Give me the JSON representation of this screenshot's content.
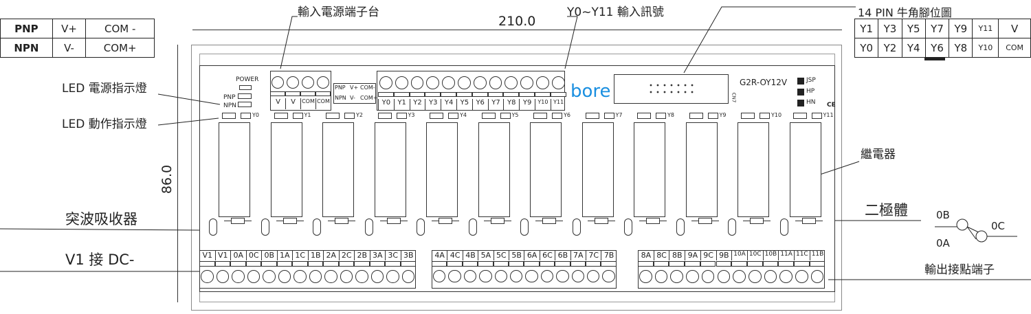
{
  "wiring_table": {
    "rows": [
      [
        "PNP",
        "V+",
        "COM -"
      ],
      [
        "NPN",
        "V-",
        "COM+"
      ]
    ]
  },
  "pin_table": {
    "title": "14 PIN 牛角腳位圖",
    "rows": [
      [
        "Y1",
        "Y3",
        "Y5",
        "Y7",
        "Y9",
        "Y11",
        "V"
      ],
      [
        "Y0",
        "Y2",
        "Y4",
        "Y6",
        "Y8",
        "Y10",
        "COM"
      ]
    ]
  },
  "dimensions": {
    "width": "210.0",
    "height": "86.0"
  },
  "callouts": {
    "power_terminal": "輸入電源端子台",
    "input_signals": "Y0~Y11 輸入訊號",
    "led_power": "LED 電源指示燈",
    "led_action": "LED 動作指示燈",
    "surge": "突波吸收器",
    "v1": "V1 接 DC-",
    "relay": "繼電器",
    "diode": "二極體",
    "output_terminal": "輸出接點端子"
  },
  "board": {
    "power_label": "POWER",
    "pnp": "PNP",
    "npn": "NPN",
    "power_terms": [
      "V",
      "V",
      "COM",
      "COM"
    ],
    "mini_table": [
      [
        "PNP",
        "V+",
        "COM-"
      ],
      [
        "NPN",
        "V-",
        "COM+"
      ]
    ],
    "input_terms": [
      "Y0",
      "Y1",
      "Y2",
      "Y3",
      "Y4",
      "Y5",
      "Y6",
      "Y7",
      "Y8",
      "Y9",
      "Y10",
      "Y11"
    ],
    "brand": "bore",
    "model": "G2R-OY12V",
    "connector": "CN7",
    "jumpers": [
      "JSP",
      "HP",
      "HN"
    ],
    "ce": "CE",
    "brand_color": "#1a8fe0"
  },
  "outputs": [
    [
      "V1",
      "V1",
      "0A",
      "0C",
      "0B",
      "1A",
      "1C",
      "1B",
      "2A",
      "2C",
      "2B",
      "3A",
      "3C",
      "3B"
    ],
    [
      "4A",
      "4C",
      "4B",
      "5A",
      "5C",
      "5B",
      "6A",
      "6C",
      "6B",
      "7A",
      "7C",
      "7B"
    ],
    [
      "8A",
      "8C",
      "8B",
      "9A",
      "9C",
      "9B",
      "10A",
      "10C",
      "10B",
      "11A",
      "11C",
      "11B"
    ]
  ],
  "contact": {
    "nc": "0B",
    "no": "0C",
    "com": "0A"
  }
}
